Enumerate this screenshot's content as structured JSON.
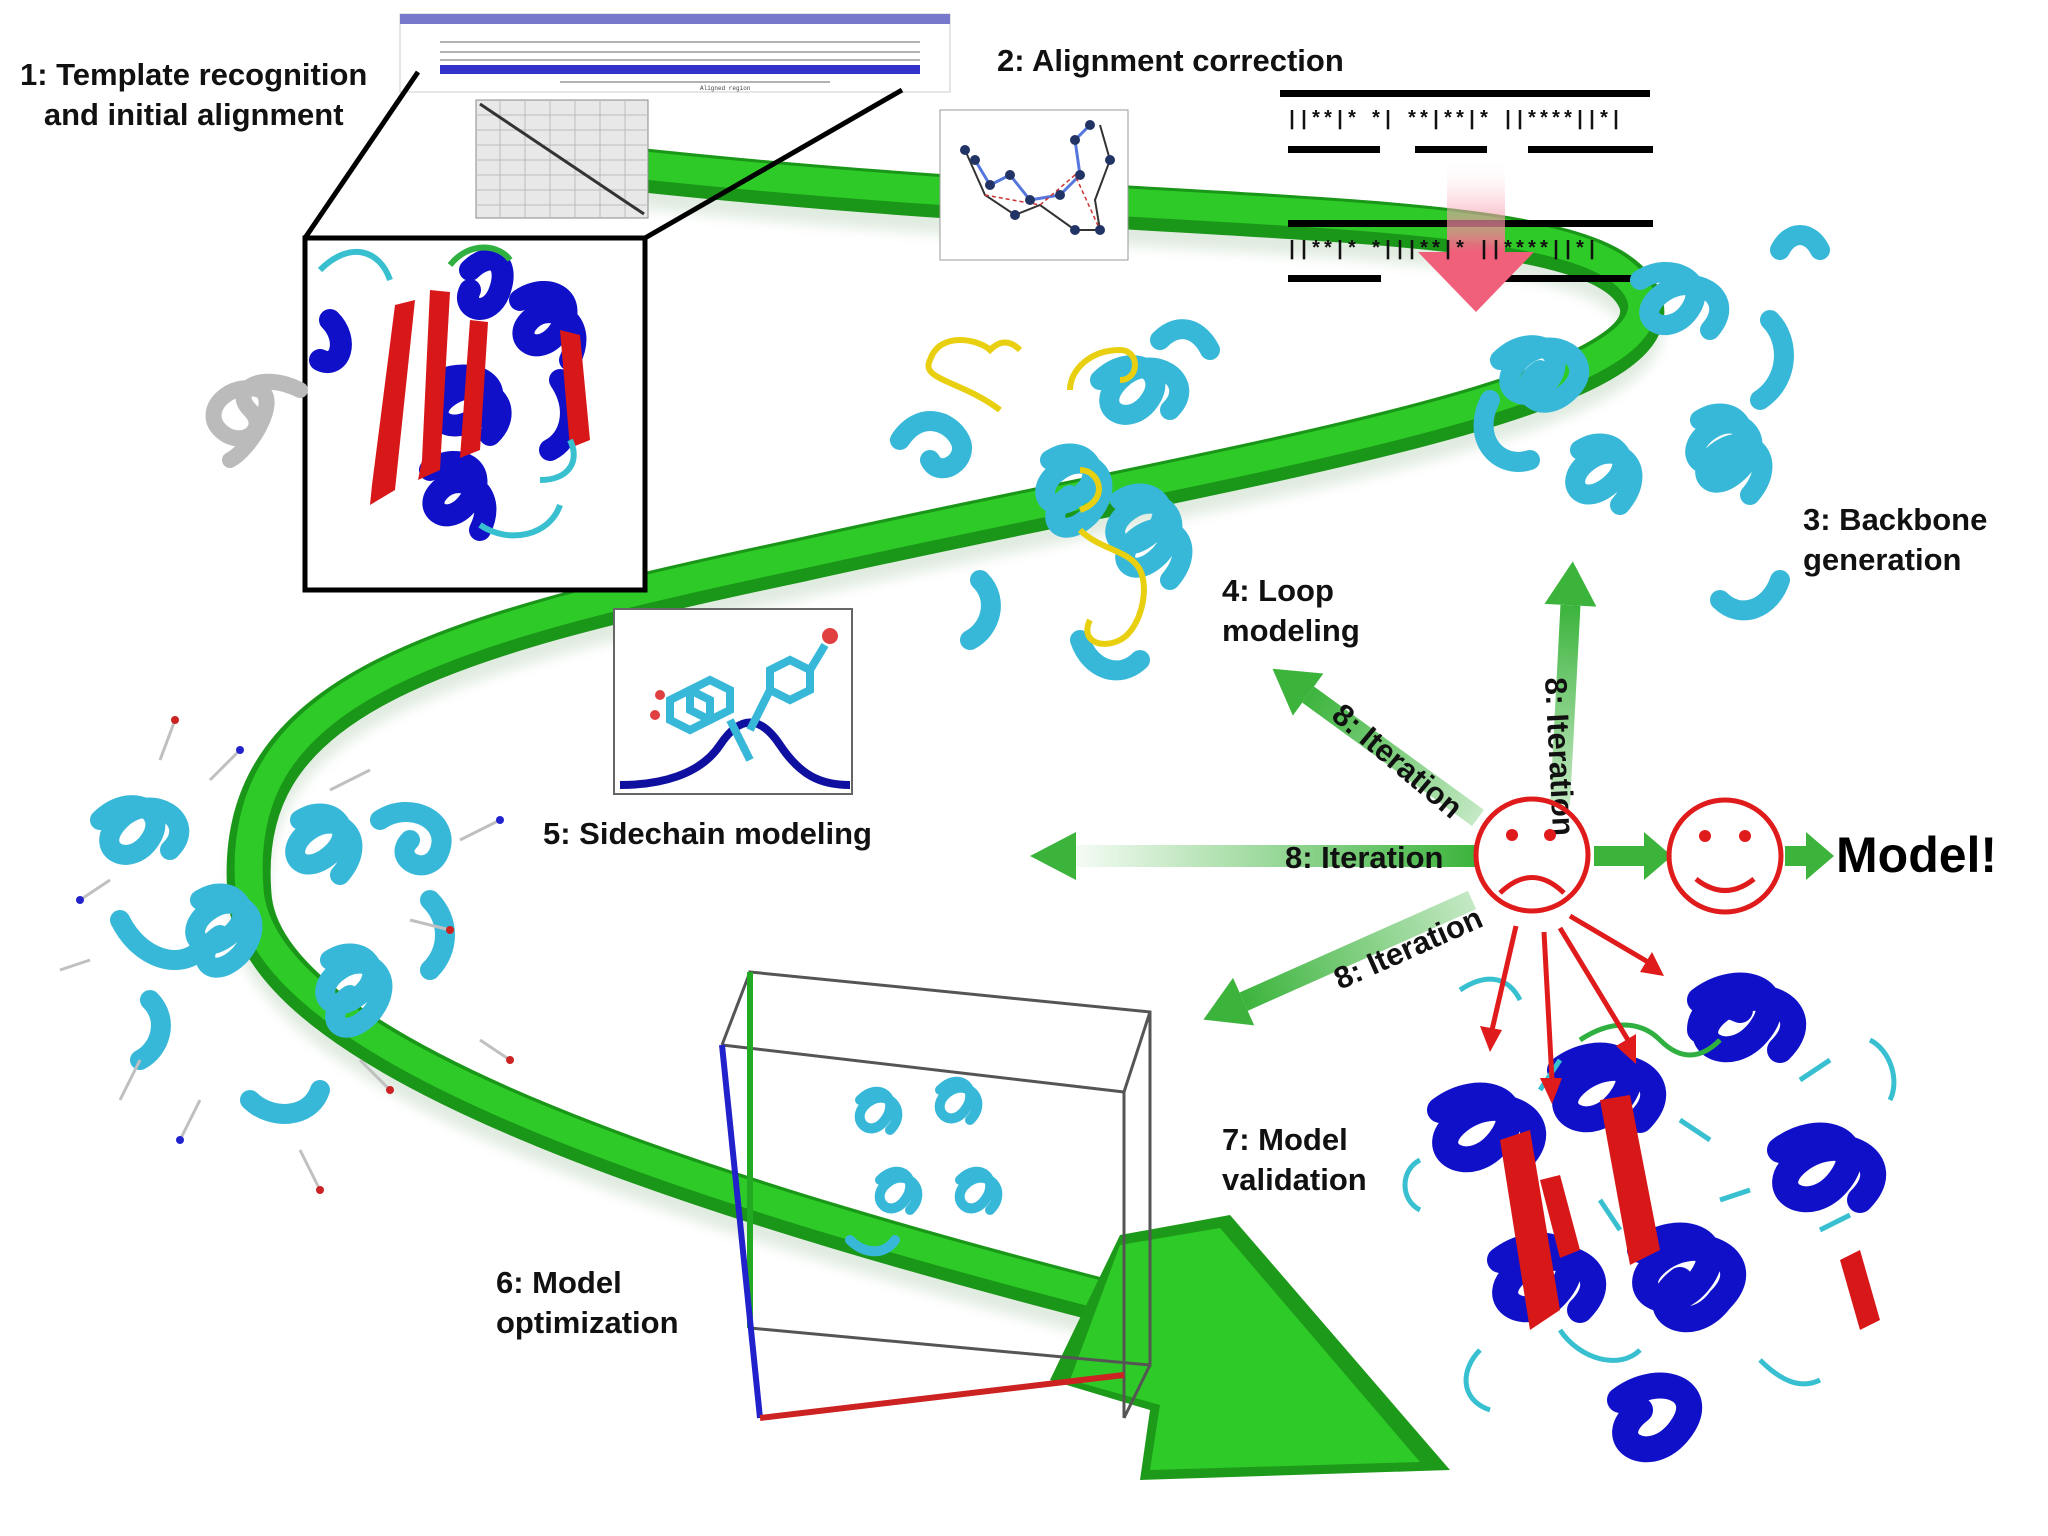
{
  "labels": {
    "step1": "1: Template recognition\nand initial alignment",
    "step2": "2: Alignment correction",
    "step3": "3: Backbone\ngeneration",
    "step4": "4: Loop\nmodeling",
    "step5": "5: Sidechain modeling",
    "step6": "6: Model\noptimization",
    "step7": "7: Model\nvalidation",
    "iteration": "8: Iteration",
    "model": "Model!"
  },
  "alignment_correction": {
    "top_marks": "||**|* *|  **|**|*   ||****||*|",
    "bottom_marks": "||**|* *|||**|*    ||****||*|"
  },
  "colors": {
    "pipeline_arrow": "#22b41e",
    "iteration_arrow": "#3cb43c",
    "sad_face": "#e01b1b",
    "happy_face": "#e01b1b",
    "helix_cyan": "#38b8d8",
    "helix_blue": "#1010c8",
    "strand_red": "#d81818",
    "loop_yellow": "#e8d010"
  },
  "icons": [
    "sad-face-icon",
    "happy-face-icon"
  ]
}
